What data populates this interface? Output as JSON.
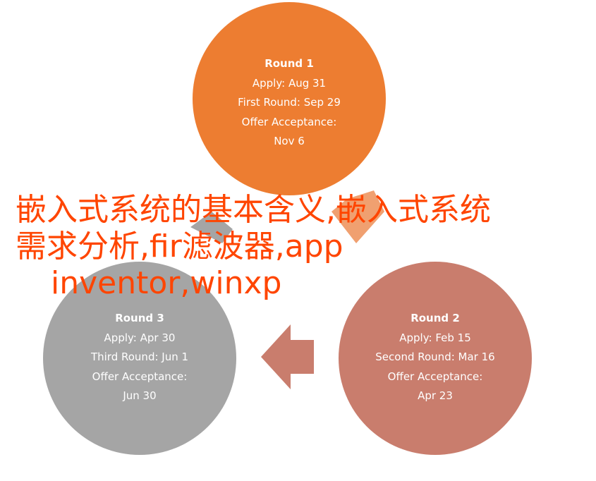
{
  "colors": {
    "round1": "#ed7d31",
    "round2": "#c97d6d",
    "round3": "#a5a5a5",
    "overlay_text": "#ff4500"
  },
  "rounds": [
    {
      "title": "Round 1",
      "lines": [
        "Apply: Aug 31",
        "First Round: Sep 29",
        "Offer Acceptance:",
        "Nov 6"
      ]
    },
    {
      "title": "Round 2",
      "lines": [
        "Apply: Feb 15",
        "Second Round: Mar 16",
        "Offer Acceptance:",
        "Apr 23"
      ]
    },
    {
      "title": "Round 3",
      "lines": [
        "Apply: Apr 30",
        "Third Round: Jun 1",
        "Offer Acceptance:",
        "Jun 30"
      ]
    }
  ],
  "overlay": {
    "line1": "嵌入式系统的基本含义,嵌入式系统",
    "line2": "需求分析,fir滤波器,app",
    "line3": "inventor,winxp"
  }
}
